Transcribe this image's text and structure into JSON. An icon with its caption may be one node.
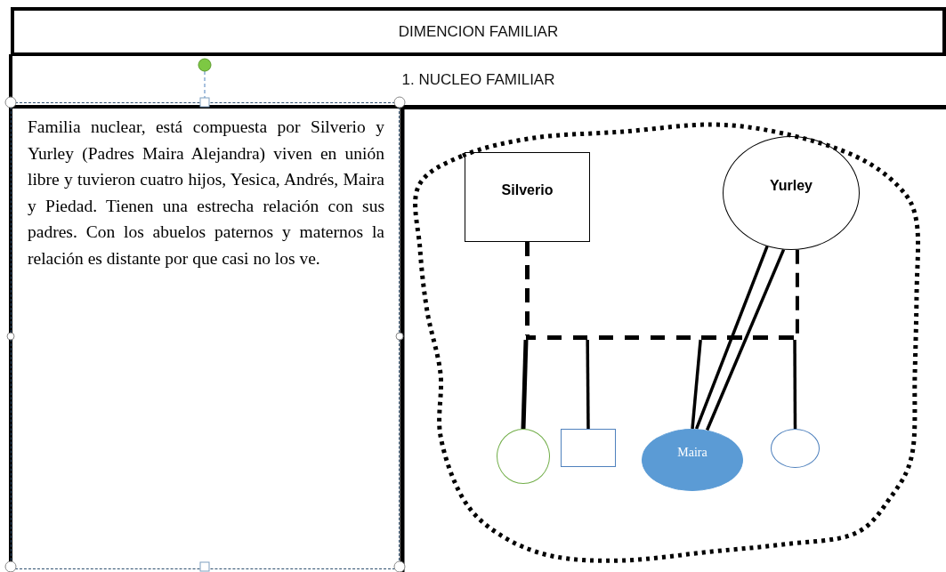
{
  "diagram": {
    "nodes": [
      {
        "text": [
          "DIMENCION FAMILIAR"
        ]
      },
      {
        "text": [
          "1. NUCLEO FAMILIAR"
        ]
      },
      {
        "text": [
          "Familia nuclear, está compuesta por Silverio y Yurley (Padres Maira Alejandra) viven en unión libre y tuvieron cuatro hijos, Yesica, Andrés, Maira y Piedad. Tienen una estrecha relación con sus padres. Con los abuelos paternos y maternos la relación es distante por que casi no los ve."
        ]
      },
      {
        "text": [],
        "shape": "cloud"
      },
      {
        "text": [
          "Silverio"
        ],
        "in": 3
      },
      {
        "text": [
          "Yurley"
        ],
        "in": 3
      },
      {
        "text": [],
        "shape": "bar",
        "in": 3
      },
      {
        "text": [],
        "shape": "circle",
        "in": 3
      },
      {
        "text": [],
        "shape": "box",
        "in": 3
      },
      {
        "text": [
          "Maira"
        ],
        "in": 3
      },
      {
        "text": [],
        "shape": "circle",
        "in": 3
      }
    ],
    "edges": [
      {
        "from": 4,
        "to": 6,
        "arrow": "none",
        "style": "dashed"
      },
      {
        "from": 5,
        "to": 6,
        "arrow": "none",
        "style": "dashed"
      },
      {
        "from": 6,
        "to": 7,
        "arrow": "none"
      },
      {
        "from": 6,
        "to": 8,
        "arrow": "none"
      },
      {
        "from": 6,
        "to": 9,
        "arrow": "none"
      },
      {
        "from": 6,
        "to": 10,
        "arrow": "none"
      },
      {
        "from": 5,
        "to": 9,
        "arrow": "none"
      },
      {
        "from": 5,
        "to": 9,
        "arrow": "none"
      }
    ]
  }
}
